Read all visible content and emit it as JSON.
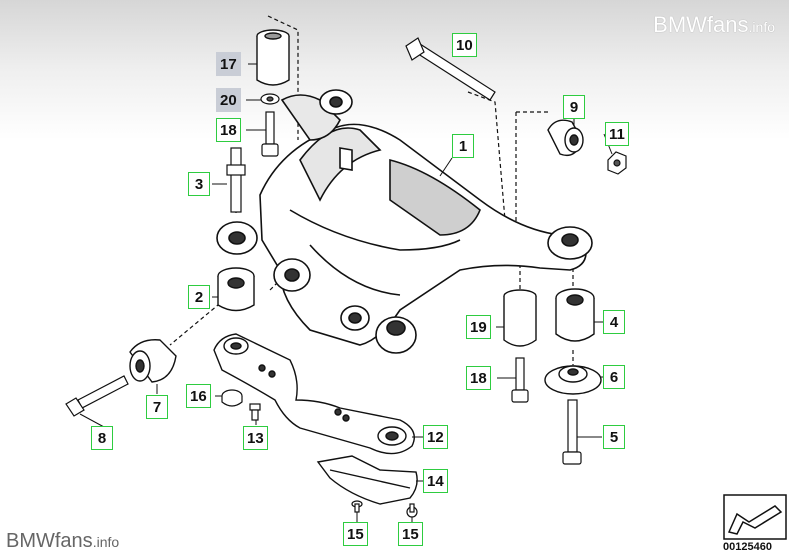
{
  "watermark": {
    "brand": "BMWfans",
    "suffix": ".info"
  },
  "diagram_number": "00125460",
  "callouts": {
    "c1": "1",
    "c2": "2",
    "c3": "3",
    "c4": "4",
    "c5": "5",
    "c6": "6",
    "c7": "7",
    "c8": "8",
    "c9": "9",
    "c10": "10",
    "c11": "11",
    "c12": "12",
    "c13": "13",
    "c14": "14",
    "c15a": "15",
    "c15b": "15",
    "c16": "16",
    "c17": "17",
    "c18a": "18",
    "c18b": "18",
    "c19": "19",
    "c20": "20"
  },
  "colors": {
    "callout_border": "#2ecc40",
    "callout_grey": "#c9cdd6",
    "line": "#000000"
  }
}
